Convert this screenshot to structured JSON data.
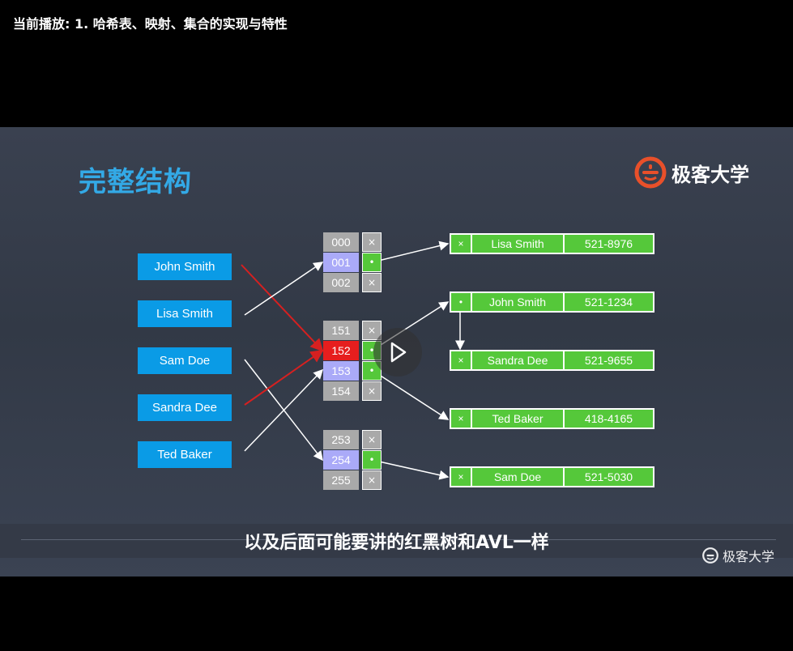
{
  "header": {
    "now_playing": "当前播放: 1. 哈希表、映射、集合的实现与特性"
  },
  "slide": {
    "title": "完整结构",
    "logo_text": "极客大学",
    "keys": [
      "John Smith",
      "Lisa Smith",
      "Sam Doe",
      "Sandra Dee",
      "Ted Baker"
    ],
    "buckets": [
      {
        "index": "000",
        "state": "normal",
        "pointer": "×"
      },
      {
        "index": "001",
        "state": "selected",
        "pointer": "•"
      },
      {
        "index": "002",
        "state": "normal",
        "pointer": "×"
      },
      {
        "index": "151",
        "state": "normal",
        "pointer": "×"
      },
      {
        "index": "152",
        "state": "collision",
        "pointer": "•"
      },
      {
        "index": "153",
        "state": "selected",
        "pointer": "•"
      },
      {
        "index": "154",
        "state": "normal",
        "pointer": "×"
      },
      {
        "index": "253",
        "state": "normal",
        "pointer": "×"
      },
      {
        "index": "254",
        "state": "selected",
        "pointer": "•"
      },
      {
        "index": "255",
        "state": "normal",
        "pointer": "×"
      }
    ],
    "entries": [
      {
        "next": "×",
        "name": "Lisa Smith",
        "phone": "521-8976"
      },
      {
        "next": "•",
        "name": "John Smith",
        "phone": "521-1234"
      },
      {
        "next": "×",
        "name": "Sandra Dee",
        "phone": "521-9655"
      },
      {
        "next": "×",
        "name": "Ted Baker",
        "phone": "418-4165"
      },
      {
        "next": "×",
        "name": "Sam Doe",
        "phone": "521-5030"
      }
    ],
    "colors": {
      "title": "#33a9e6",
      "key_box": "#0a9be6",
      "collision": "#e61e1e",
      "entry": "#55c83a",
      "selected_bucket": "#aaaaf8"
    }
  },
  "player": {
    "subtitle": "以及后面可能要讲的红黑树和AVL一样",
    "watermark_text": "极客大学",
    "play_icon": "play-icon"
  }
}
